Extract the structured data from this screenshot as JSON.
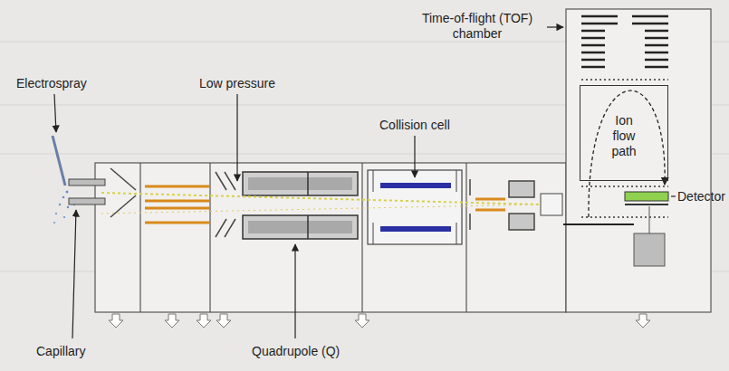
{
  "diagram": {
    "nodes": [
      {
        "text": [
          "Ion flow path"
        ]
      }
    ],
    "labels": [
      "Time-of-flight (TOF) chamber",
      "Electrospray",
      "Low pressure",
      "Collision cell",
      "Detector",
      "Capillary",
      "Quadrupole (Q)"
    ]
  }
}
